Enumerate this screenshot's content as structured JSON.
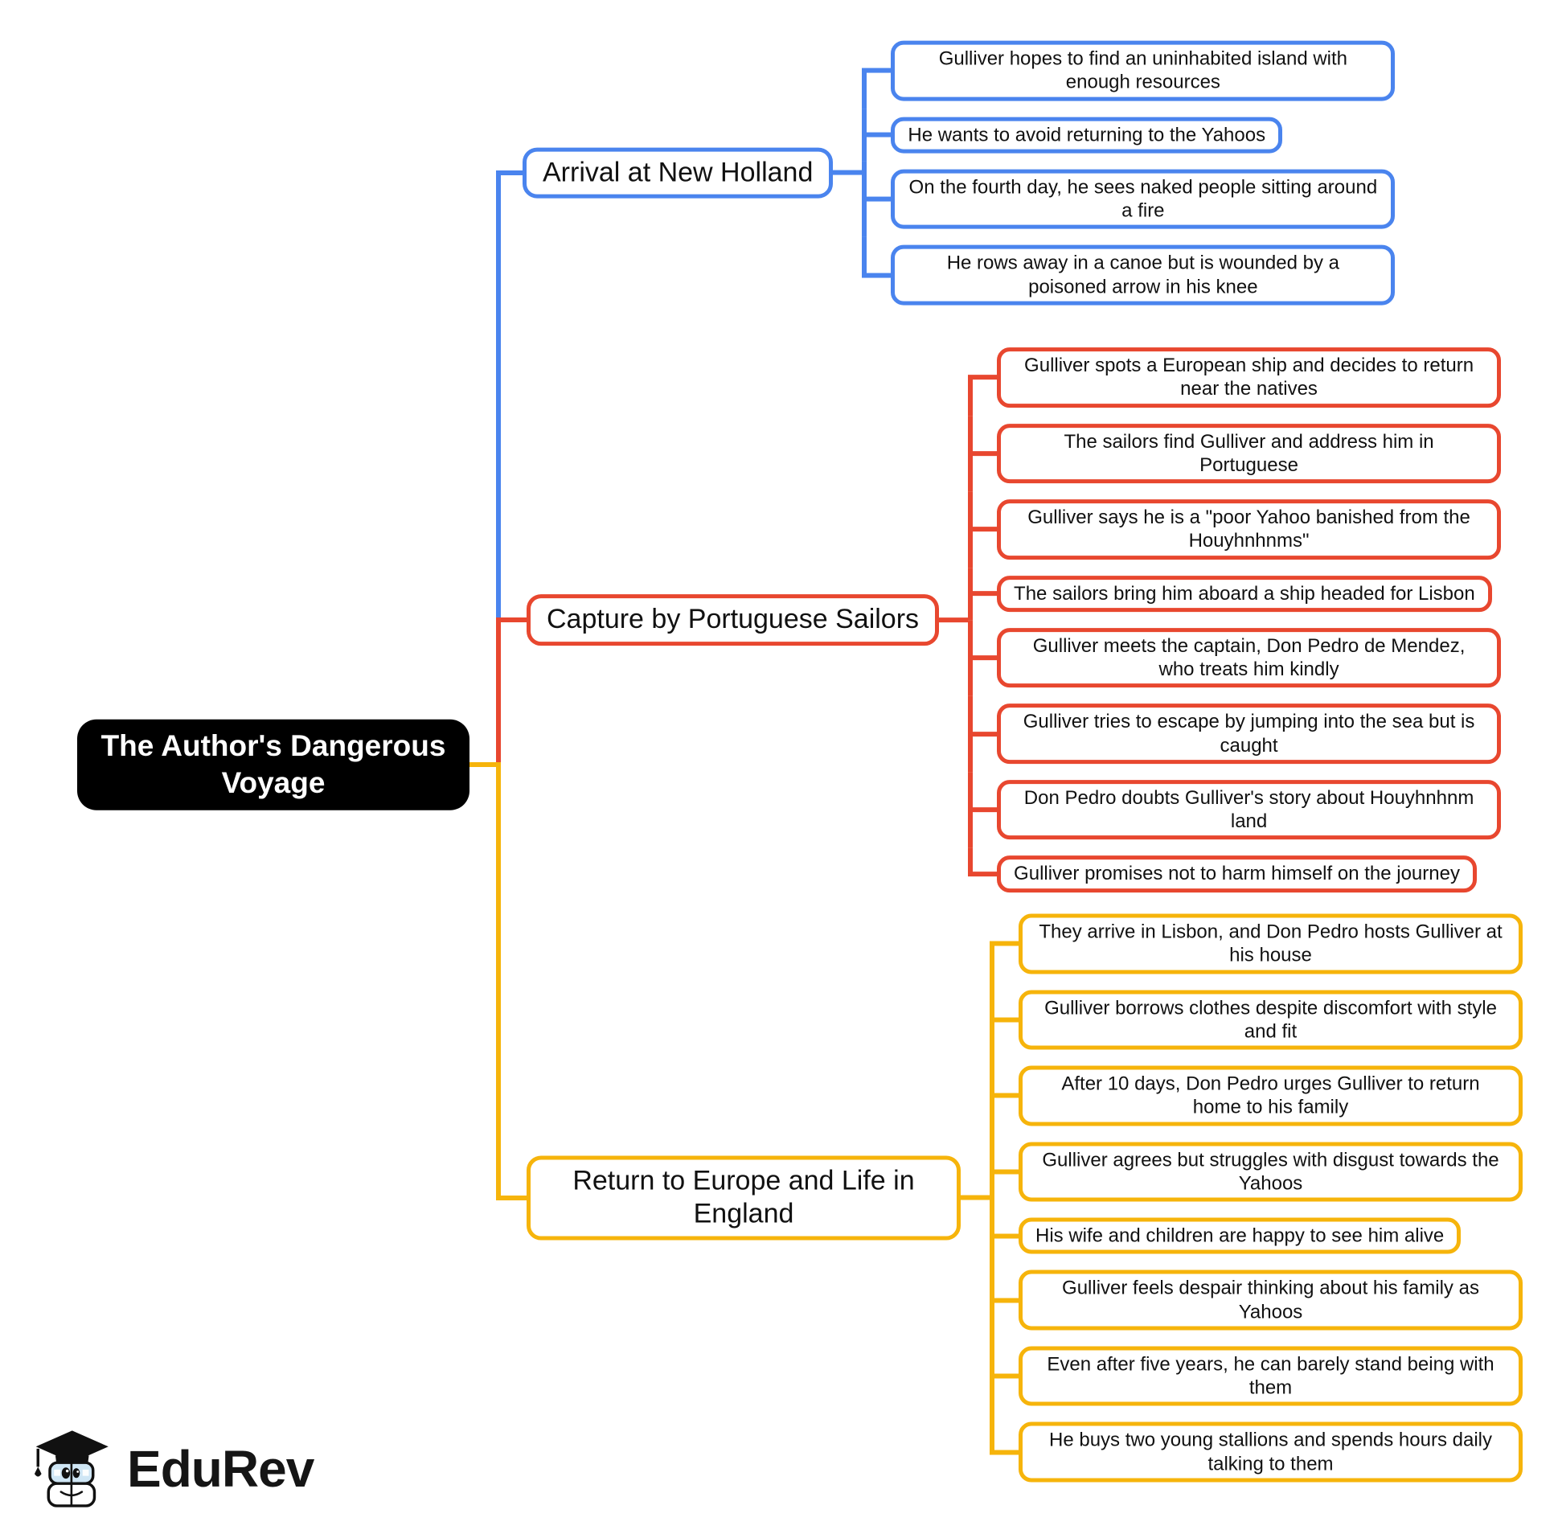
{
  "root": {
    "label": "The Author's Dangerous Voyage"
  },
  "branches": [
    {
      "label": "Arrival at New Holland",
      "color": "#4a84ee",
      "leaves": [
        "Gulliver hopes to find an uninhabited island with enough resources",
        "He wants to avoid returning to the Yahoos",
        "On the fourth day, he sees naked people sitting around a fire",
        "He rows away in a canoe but is wounded by a poisoned arrow in his knee"
      ]
    },
    {
      "label": "Capture by Portuguese Sailors",
      "color": "#e8472f",
      "leaves": [
        "Gulliver spots a European ship and decides to return near the natives",
        "The sailors find Gulliver and address him in Portuguese",
        "Gulliver says he is a \"poor Yahoo banished from the Houyhnhnms\"",
        "The sailors bring him aboard a ship headed for Lisbon",
        "Gulliver meets the captain, Don Pedro de Mendez, who treats him kindly",
        "Gulliver tries to escape by jumping into the sea but is caught",
        "Don Pedro doubts Gulliver's story about Houyhnhnm land",
        "Gulliver promises not to harm himself on the journey"
      ]
    },
    {
      "label": "Return to Europe and Life in England",
      "color": "#f6b40b",
      "leaves": [
        "They arrive in Lisbon, and Don Pedro hosts Gulliver at his house",
        "Gulliver borrows clothes despite discomfort with style and fit",
        "After 10 days, Don Pedro urges Gulliver to return home to his family",
        "Gulliver agrees but struggles with disgust towards the Yahoos",
        "His wife and children are happy to see him alive",
        "Gulliver feels despair thinking about his family as Yahoos",
        "Even after five years, he can barely stand being with them",
        "He buys two young stallions and spends hours daily talking to them"
      ]
    }
  ],
  "footer_logo": {
    "brand": "EduRev"
  },
  "colors": {
    "branch_blue": "#4a84ee",
    "branch_red": "#e8472f",
    "branch_yellow": "#f6b40b",
    "root_bg": "#000000",
    "root_text": "#ffffff"
  }
}
